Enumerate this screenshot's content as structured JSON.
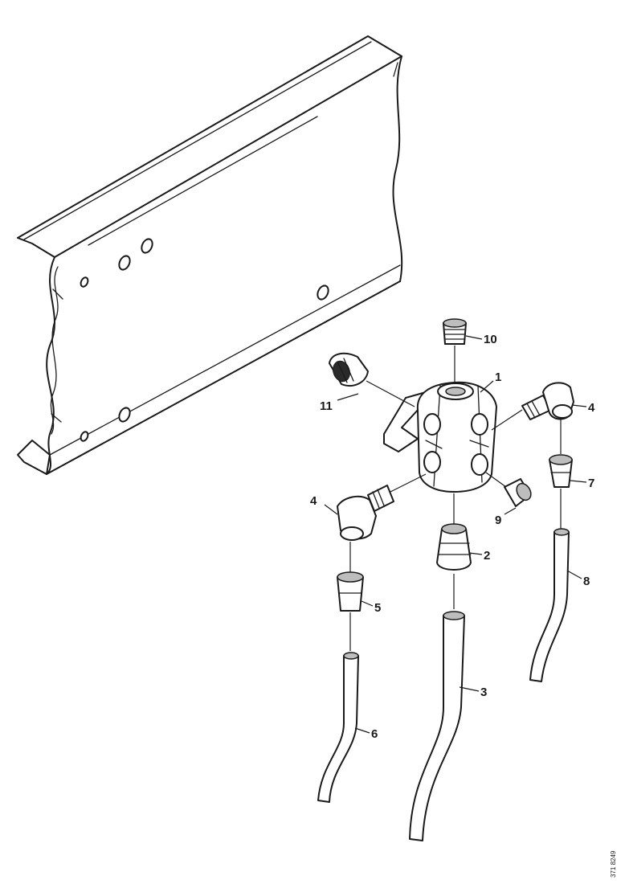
{
  "callouts": {
    "c1": "1",
    "c2": "2",
    "c3": "3",
    "c4a": "4",
    "c4b": "4",
    "c5": "5",
    "c6": "6",
    "c7": "7",
    "c8": "8",
    "c9": "9",
    "c10": "10",
    "c11": "11"
  },
  "drawing_code": "371 8249"
}
